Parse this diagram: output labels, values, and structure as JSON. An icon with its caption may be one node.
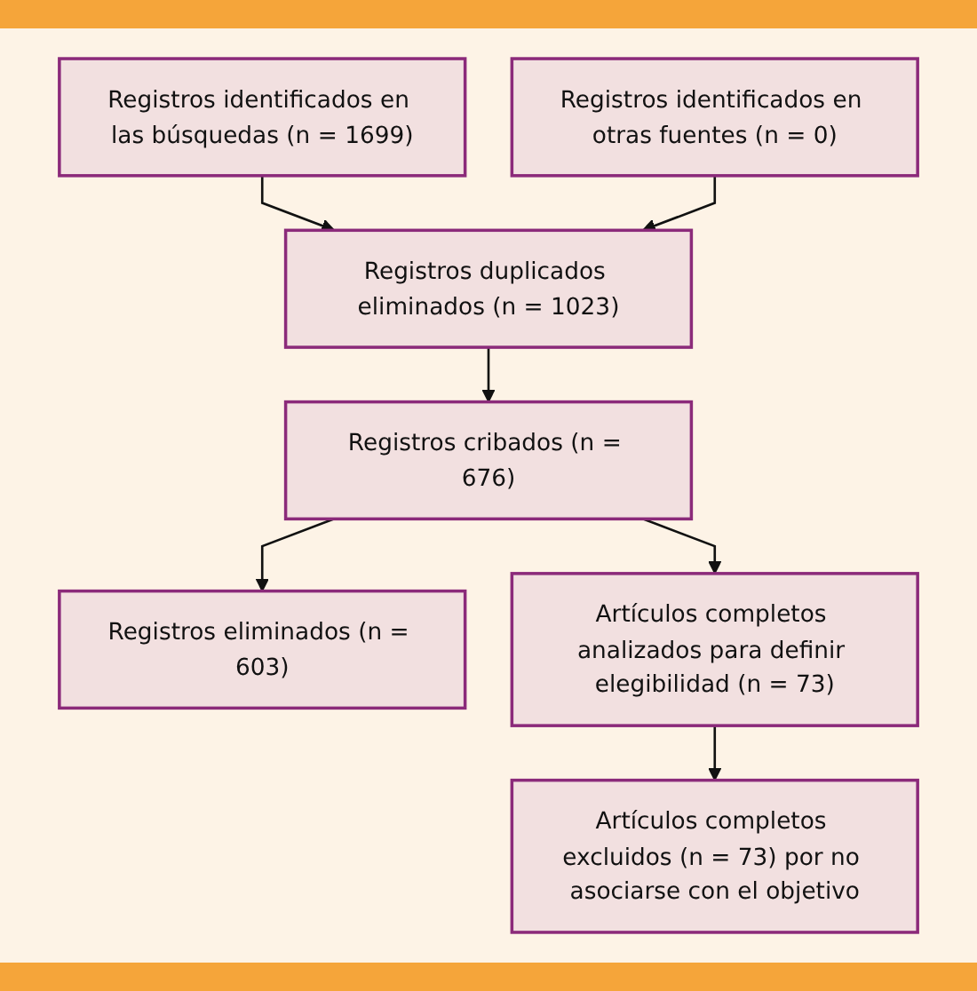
{
  "diagram": {
    "nodes": [
      {
        "text": [
          "Registros identificados en las búsquedas (n = 1699)"
        ]
      },
      {
        "text": [
          "Registros identificados en otras fuentes (n = 0)"
        ]
      },
      {
        "text": [
          "Registros duplicados eliminados (n = 1023)"
        ]
      },
      {
        "text": [
          "Registros cribados (n = 676)"
        ]
      },
      {
        "text": [
          "Registros eliminados (n = 603)"
        ]
      },
      {
        "text": [
          "Artículos completos analizados para definir elegibilidad (n = 73)"
        ]
      },
      {
        "text": [
          "Artículos completos excluidos (n = 73) por no asociarse con el objetivo"
        ]
      }
    ],
    "edges": [
      {
        "from": 0,
        "to": 2,
        "arrow": "to"
      },
      {
        "from": 1,
        "to": 2,
        "arrow": "to"
      },
      {
        "from": 2,
        "to": 3,
        "arrow": "to"
      },
      {
        "from": 3,
        "to": 4,
        "arrow": "to"
      },
      {
        "from": 3,
        "to": 5,
        "arrow": "to"
      },
      {
        "from": 5,
        "to": 6,
        "arrow": "to"
      }
    ]
  }
}
